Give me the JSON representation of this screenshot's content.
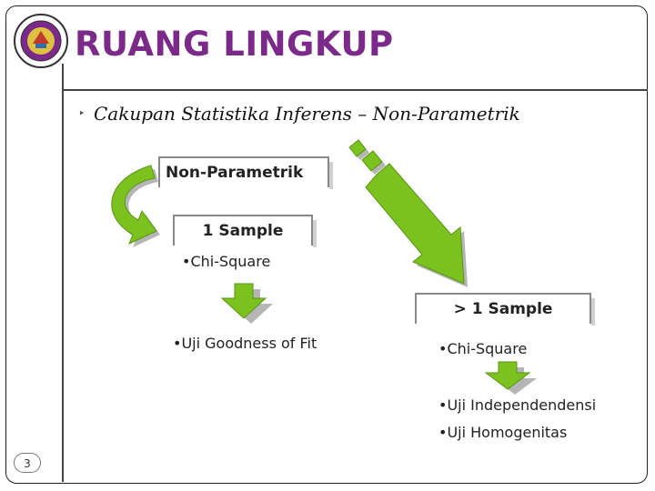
{
  "header": {
    "title": "RUANG LINGKUP",
    "subtitle": "Cakupan Statistika Inferens – Non-Parametrik",
    "logo_icon": "university-seal-icon"
  },
  "footer": {
    "page_number": "3"
  },
  "diagram": {
    "root_box": "Non-Parametrik",
    "left_branch": {
      "box": "1 Sample",
      "test": "•Chi-Square",
      "result": "•Uji Goodness of Fit"
    },
    "right_branch": {
      "box": "> 1 Sample",
      "test": "•Chi-Square",
      "results": [
        "•Uji Independendensi",
        "•Uji Homogenitas"
      ]
    }
  },
  "colors": {
    "title": "#7b2a8a",
    "arrow_green": "#7cc21f",
    "arrow_shadow": "#b5b5b5",
    "box_border": "#888888"
  }
}
